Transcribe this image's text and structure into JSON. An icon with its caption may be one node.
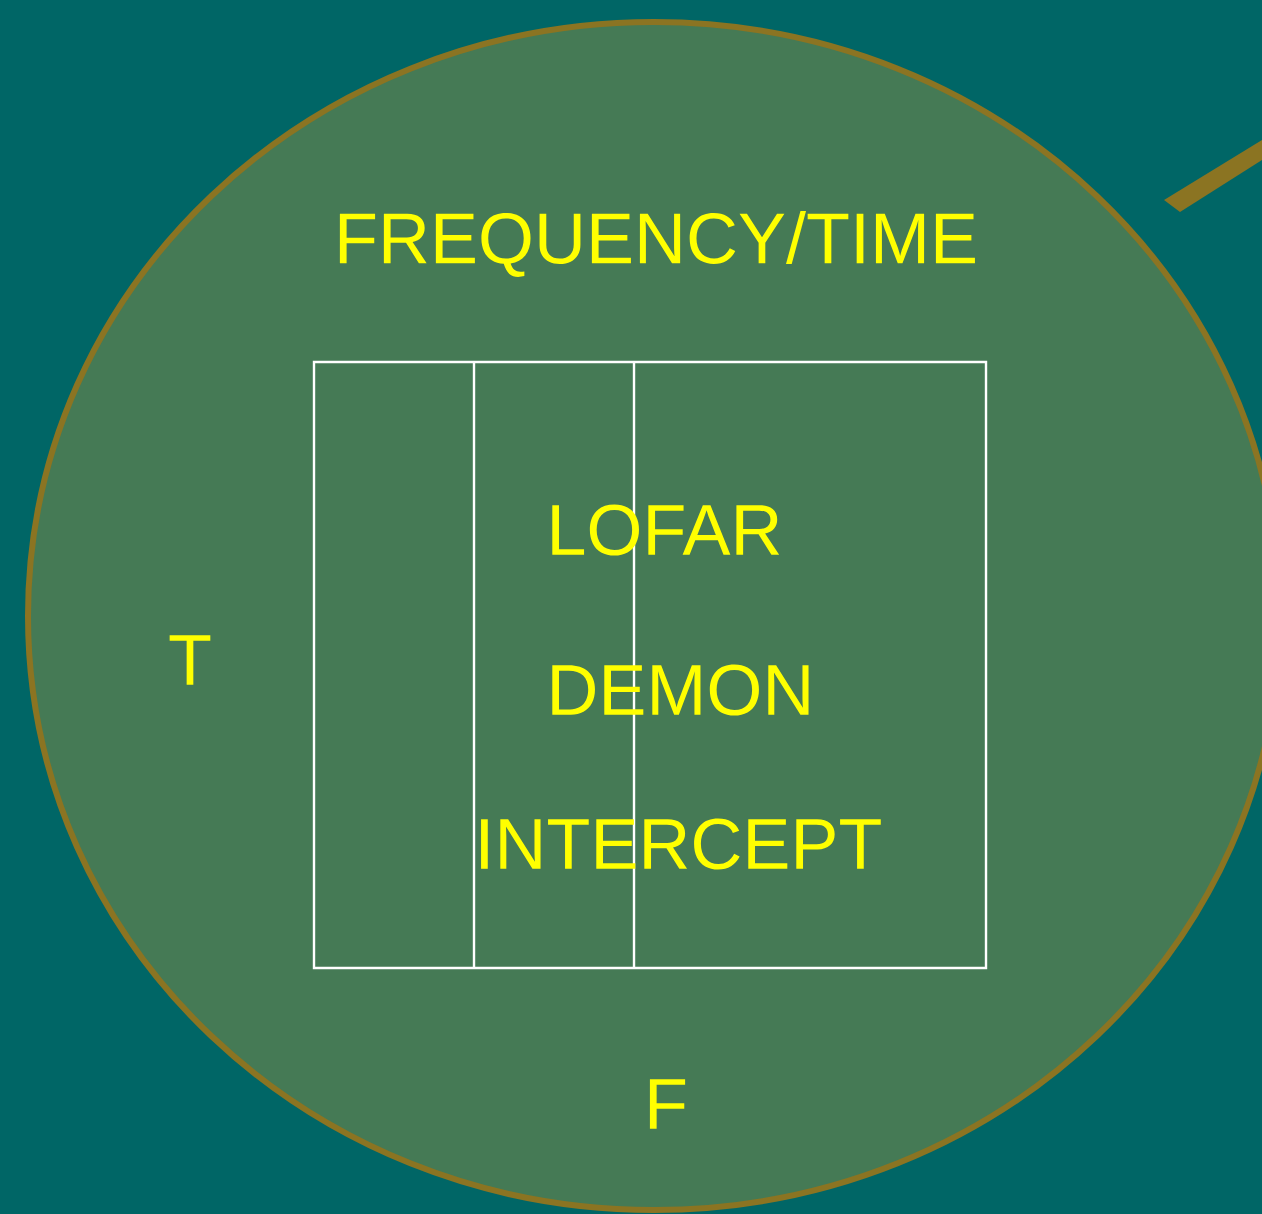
{
  "diagram": {
    "nodes": [
      {
        "text": [
          "FREQUENCY/TIME"
        ]
      },
      {
        "text": [
          "LOFAR",
          "DEMON",
          "INTERCEPT"
        ],
        "in": 0
      }
    ],
    "labels": [
      "T",
      "F"
    ]
  }
}
